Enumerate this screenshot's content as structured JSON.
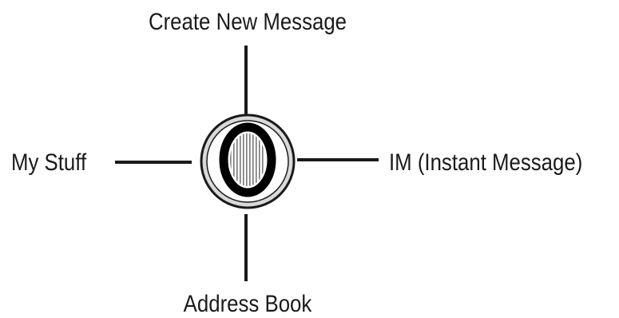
{
  "diagram": {
    "center_control": {
      "icon": "navigation-key-icon",
      "colors": {
        "outer_ring": "#d9d9d9",
        "ring_stroke": "#1a1a1a",
        "inner_ring": "#000000"
      }
    },
    "directions": {
      "up": {
        "label": "Create New Message"
      },
      "left": {
        "label": "My Stuff"
      },
      "right": {
        "label": "IM (Instant Message)"
      },
      "down": {
        "label": "Address Book"
      }
    },
    "line_color": "#1a1a1a",
    "text_color": "#1a1a1a"
  }
}
